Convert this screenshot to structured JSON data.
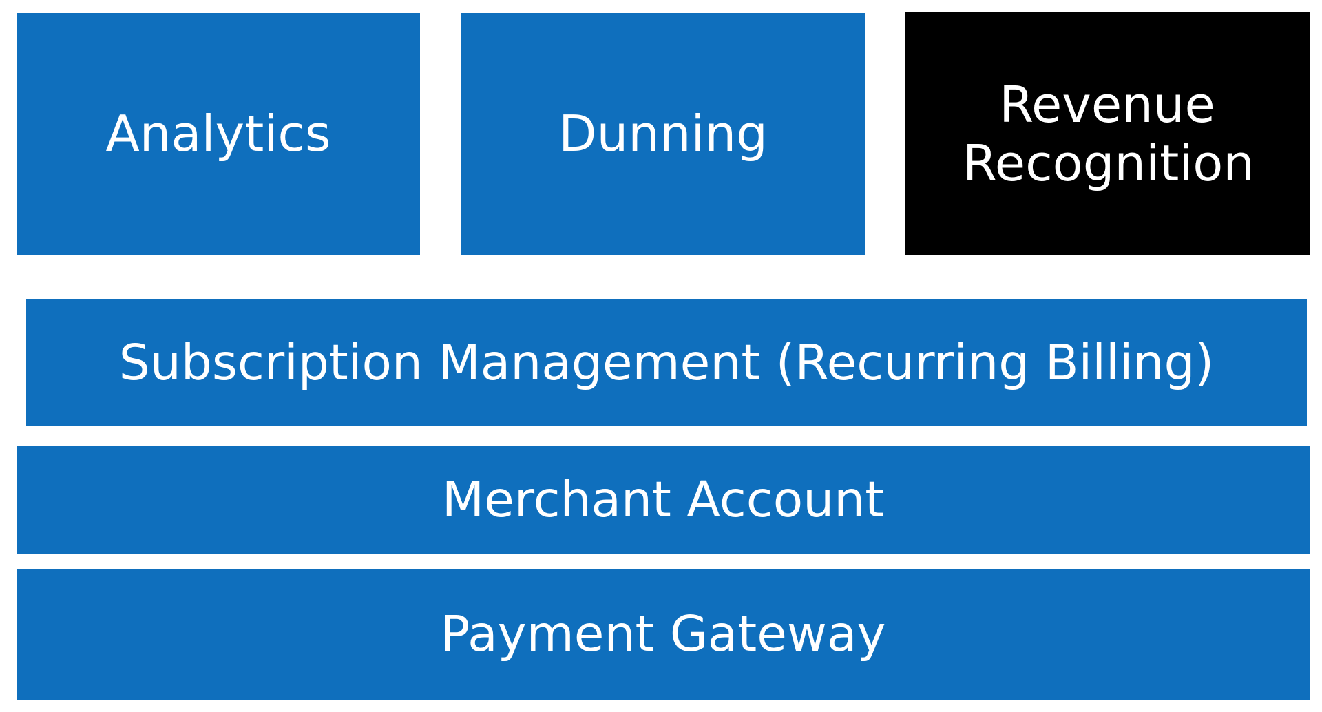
{
  "colors": {
    "layer_blue": "#0f6fbd",
    "highlight_black": "#000000",
    "label_text": "#ffffff"
  },
  "diagram": {
    "top_row": [
      {
        "label": "Analytics",
        "color": "#0f6fbd"
      },
      {
        "label": "Dunning",
        "color": "#0f6fbd"
      },
      {
        "label": "Revenue Recognition",
        "color": "#000000"
      }
    ],
    "layers": [
      {
        "label": "Subscription Management (Recurring Billing)",
        "color": "#0f6fbd"
      },
      {
        "label": "Merchant Account",
        "color": "#0f6fbd"
      },
      {
        "label": "Payment Gateway",
        "color": "#0f6fbd"
      }
    ]
  }
}
